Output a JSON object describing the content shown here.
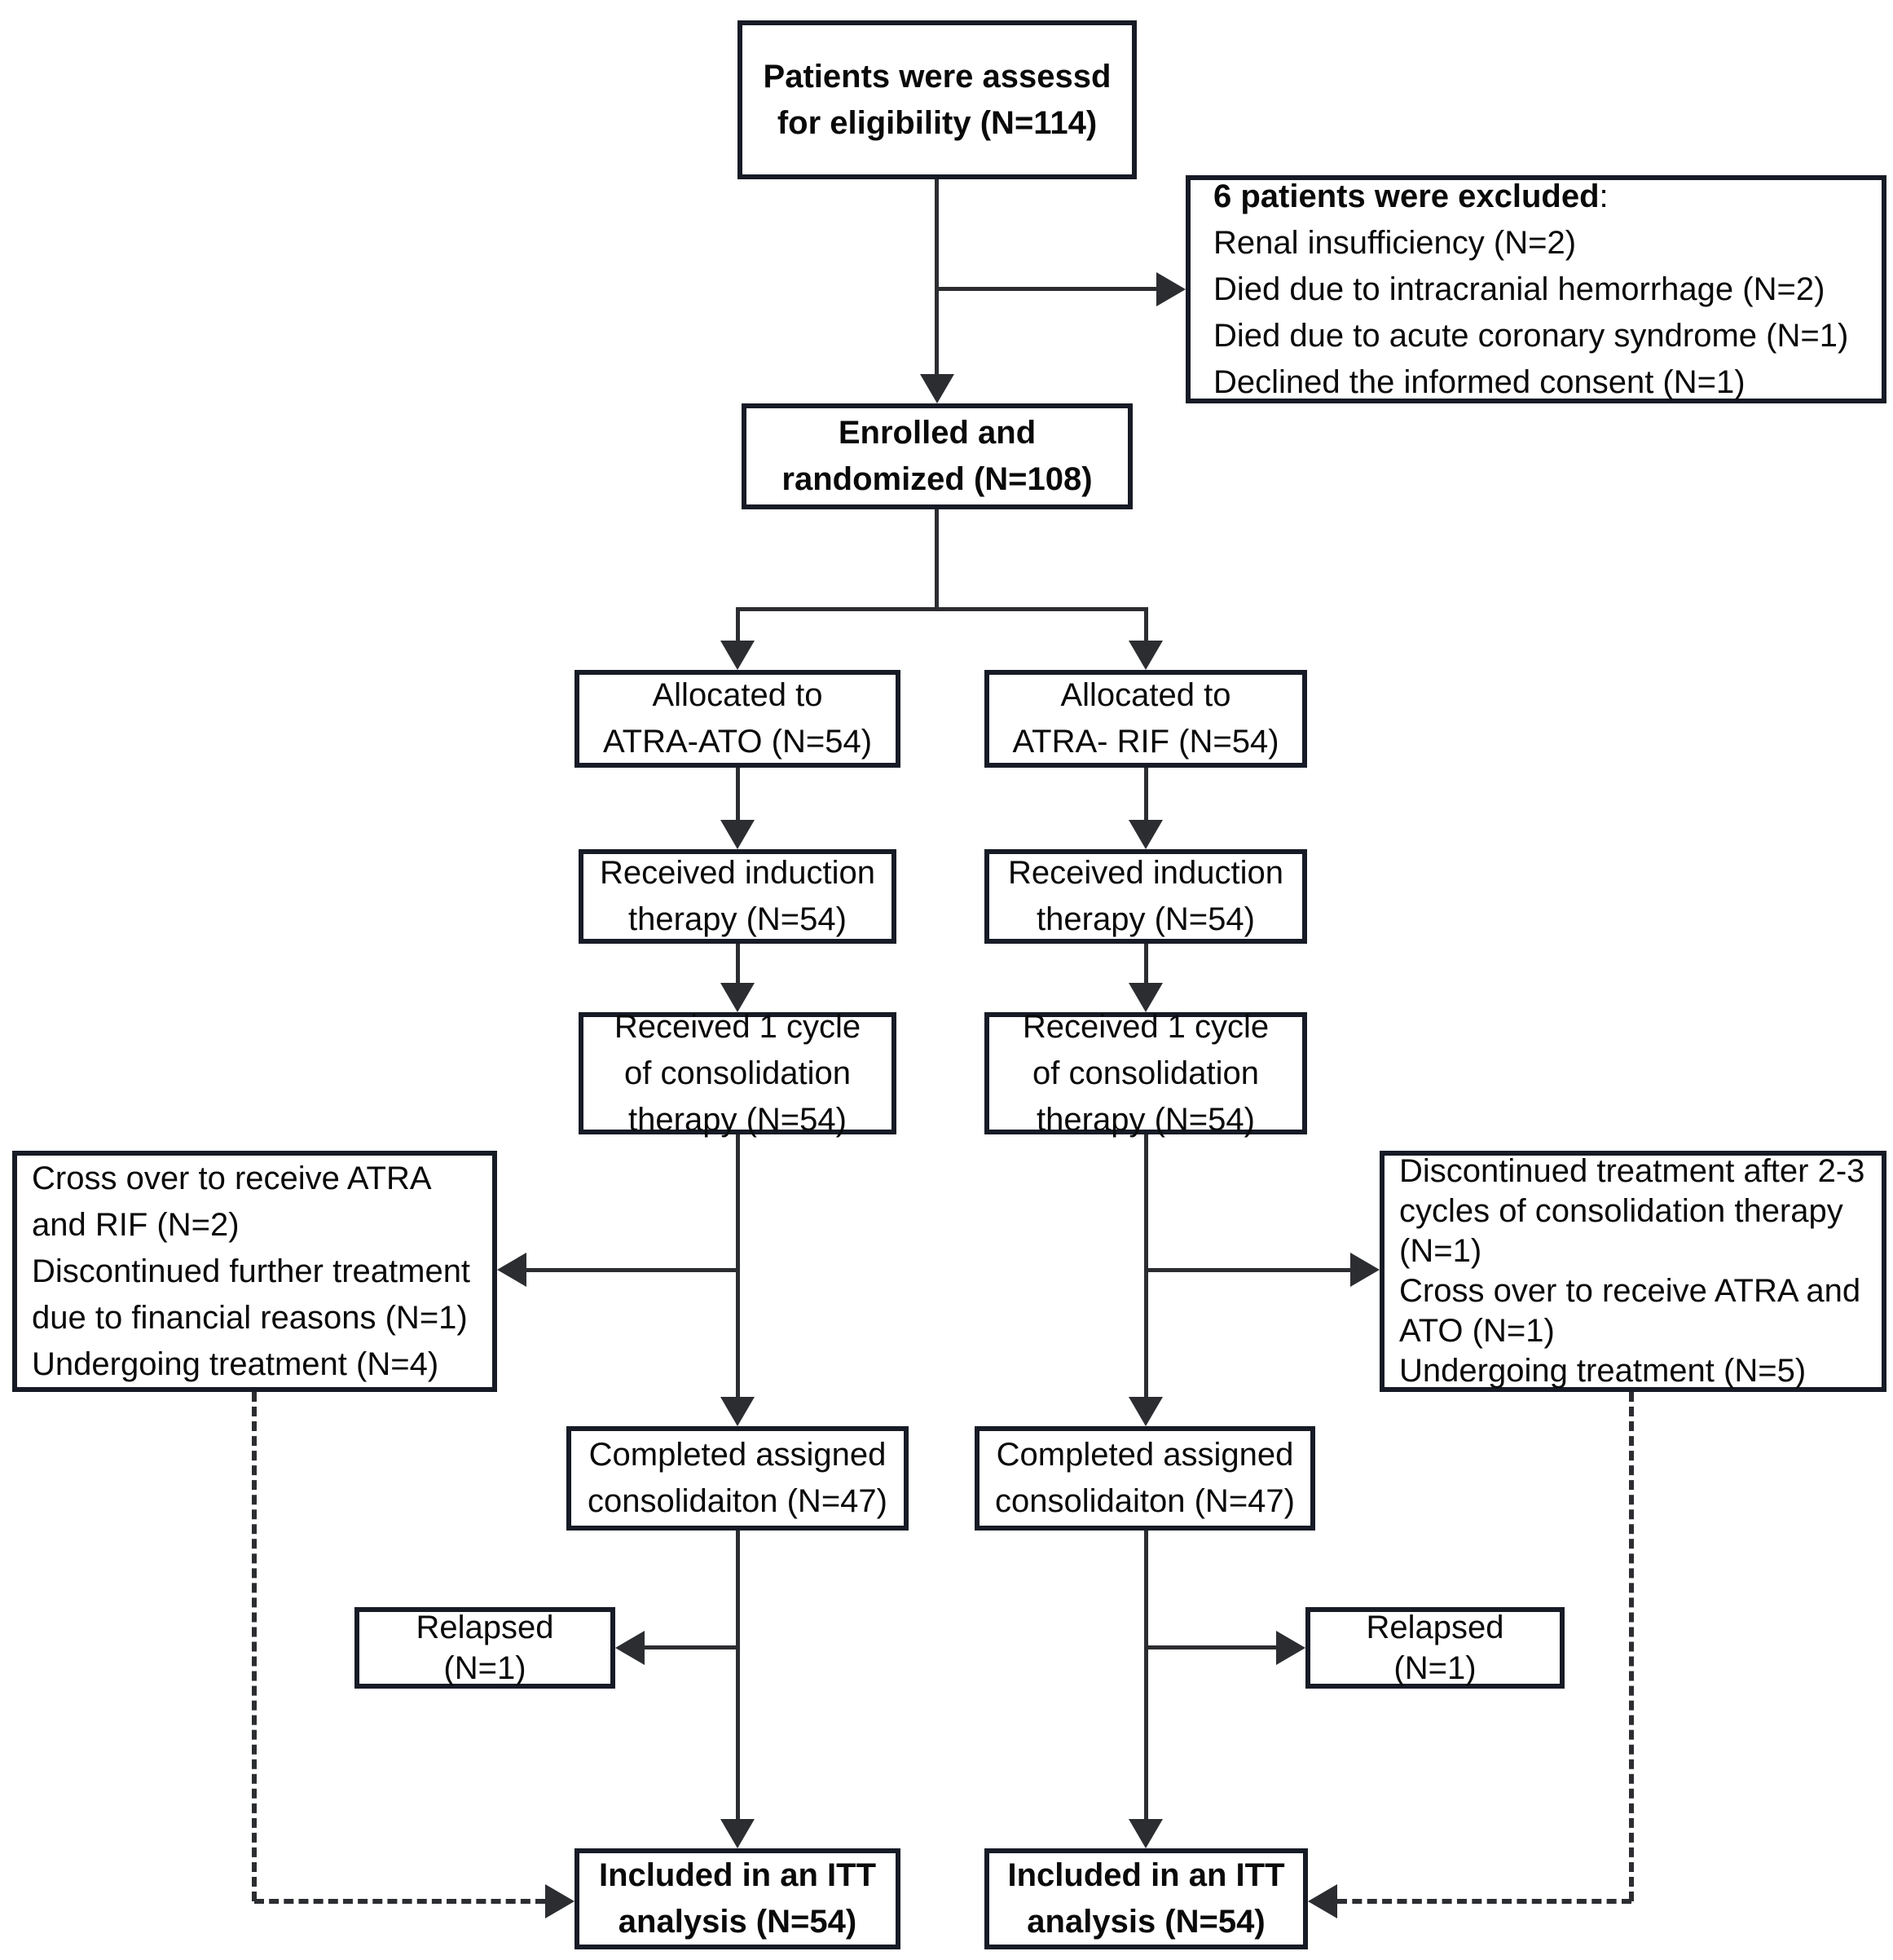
{
  "figure": {
    "type": "consort-flow-diagram",
    "assessed": "Patients were assessd\nfor eligibility (N=114)",
    "excluded_title": "6 patients were excluded",
    "excluded_colon": ":",
    "excluded_reasons": "Renal insufficiency (N=2)\nDied due to intracranial hemorrhage (N=2)\nDied due to acute coronary syndrome (N=1)\nDeclined the informed consent (N=1)",
    "enrolled": "Enrolled and\nrandomized (N=108)",
    "left_arm": {
      "allocated": "Allocated to\nATRA-ATO (N=54)",
      "induction": "Received induction\ntherapy (N=54)",
      "consolidation": "Received 1 cycle\nof consolidation\ntherapy (N=54)",
      "deviations": "Cross over to receive ATRA\nand RIF (N=2)\nDiscontinued further treatment\ndue to financial reasons (N=1)\nUndergoing treatment (N=4)",
      "completed": "Completed assigned\nconsolidaiton (N=47)",
      "relapsed": "Relapsed\n(N=1)",
      "itt": "Included in an ITT\nanalysis (N=54)"
    },
    "right_arm": {
      "allocated": "Allocated to\nATRA- RIF (N=54)",
      "induction": "Received induction\ntherapy (N=54)",
      "consolidation": "Received 1 cycle\nof consolidation\ntherapy (N=54)",
      "deviations": "Discontinued treatment after 2-3\ncycles of consolidation therapy\n(N=1)\nCross over to receive ATRA and\nATO (N=1)\nUndergoing treatment (N=5)",
      "completed": "Completed assigned\nconsolidaiton (N=47)",
      "relapsed": "Relapsed\n(N=1)",
      "itt": "Included in an ITT\nanalysis (N=54)"
    }
  },
  "colors": {
    "box_border": "#161b26",
    "connector": "#2b2d31",
    "text": "#0a0a0a",
    "background": "#ffffff"
  }
}
